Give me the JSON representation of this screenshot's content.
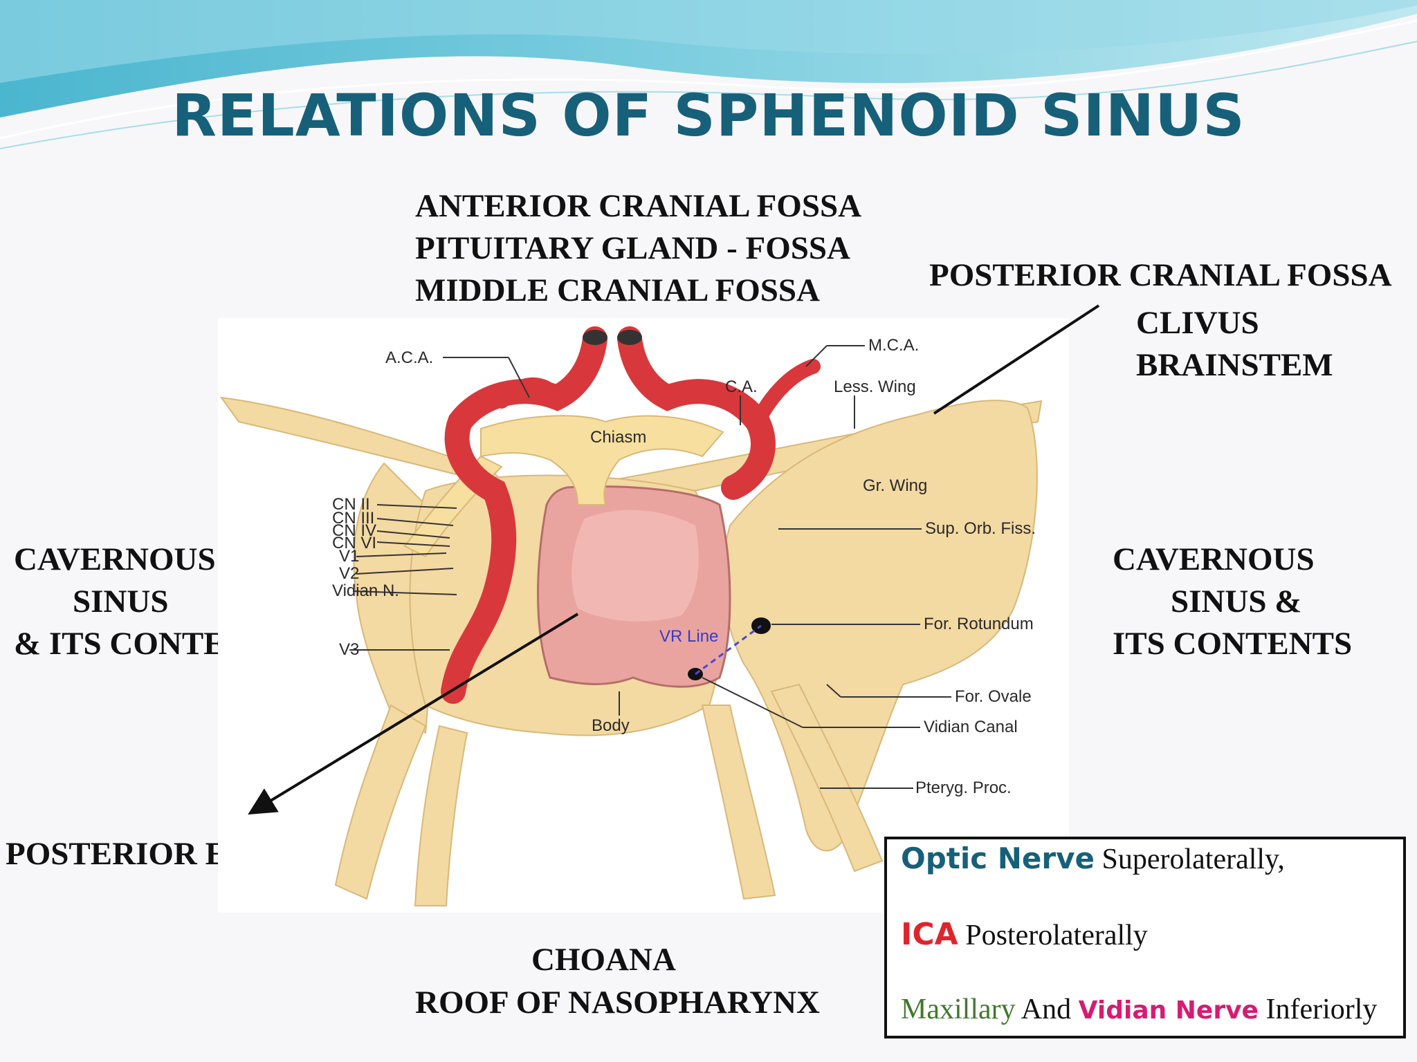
{
  "title": "RELATIONS OF SPHENOID SINUS",
  "labels": {
    "top_line1": "ANTERIOR CRANIAL FOSSA",
    "top_line2": "PITUITARY GLAND - FOSSA",
    "top_line3": "MIDDLE CRANIAL FOSSA",
    "right_top_line1": "POSTERIOR CRANIAL FOSSA",
    "right_top_line2": "CLIVUS",
    "right_top_line3": "BRAINSTEM",
    "left_line1": "CAVERNOUS",
    "left_line2": "SINUS",
    "left_line3": "& ITS CONTENTS",
    "right_line1": "CAVERNOUS",
    "right_line2": "SINUS &",
    "right_line3": "ITS CONTENTS",
    "bottom_left": "POSTERIOR ETHMOIDS",
    "bottom_line1": "CHOANA",
    "bottom_line2": "ROOF OF NASOPHARYNX"
  },
  "diagram_labels": {
    "aca": "A.C.A.",
    "mca": "M.C.A.",
    "ca": "C.A.",
    "less_wing": "Less. Wing",
    "chiasm": "Chiasm",
    "gr_wing": "Gr. Wing",
    "cn2": "CN II",
    "cn3": "CN III",
    "cn4": "CN IV",
    "cn6": "CN VI",
    "v1": "V1",
    "v2": "V2",
    "vidian_n": "Vidian N.",
    "v3": "V3",
    "sup_orb_fiss": "Sup. Orb. Fiss.",
    "for_rotundum": "For. Rotundum",
    "vr_line": "VR Line",
    "for_ovale": "For. Ovale",
    "vidian_canal": "Vidian Canal",
    "body": "Body",
    "pteryg_proc": "Pteryg. Proc."
  },
  "infobox": {
    "row1_key": "Optic Nerve",
    "row1_text": " Superolaterally,",
    "row2_key": "ICA",
    "row2_text": " Posterolaterally",
    "row3_key1": "Maxillary",
    "row3_mid": " And ",
    "row3_key2": "Vidian Nerve",
    "row3_text": " Inferiorly"
  },
  "colors": {
    "title": "#17607a",
    "optic_nerve": "#17607a",
    "ica": "#e0242b",
    "maxillary": "#3f7a2a",
    "vidian_nerve": "#d81b72",
    "bone": "#f3d9a2",
    "artery": "#d8383b",
    "sinus": "#e9a4a0"
  }
}
